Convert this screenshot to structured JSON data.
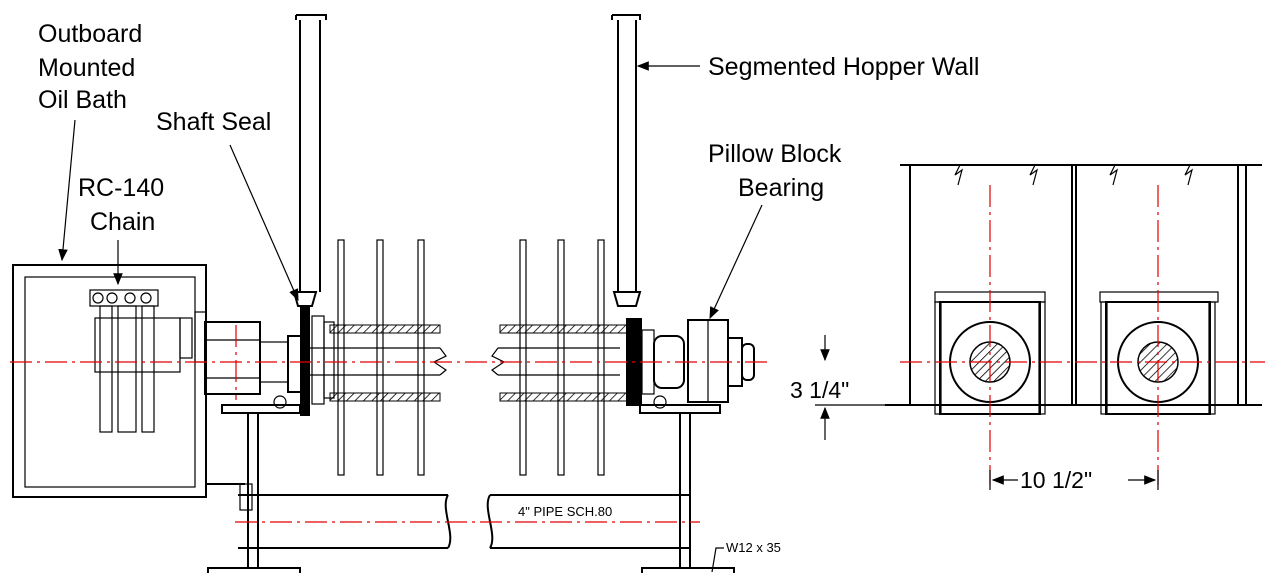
{
  "labels": {
    "oil_bath": [
      "Outboard",
      "Mounted",
      "Oil Bath"
    ],
    "chain": [
      "RC-140",
      "Chain"
    ],
    "shaft_seal": "Shaft Seal",
    "hopper_wall": "Segmented Hopper Wall",
    "pillow_block": [
      "Pillow Block",
      "Bearing"
    ],
    "pipe": "4\" PIPE SCH.80",
    "beam": "W12 x 35",
    "dim_vertical": "3 1/4\"",
    "dim_horizontal": "10 1/2\""
  },
  "colors": {
    "line": "#000000",
    "centerline": "#e00000",
    "liner": "#2a9a2a"
  }
}
